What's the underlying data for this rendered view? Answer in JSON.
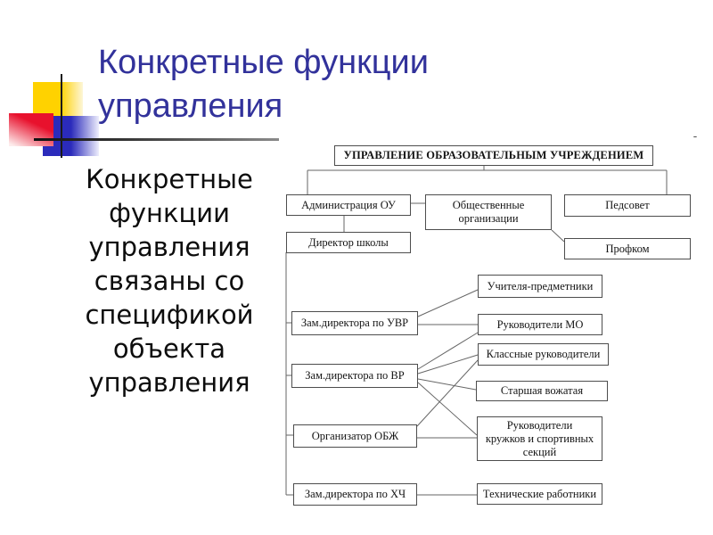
{
  "slide": {
    "title": "Конкретные функции\nуправления",
    "body_text": "Конкретные\nфункции\nуправления\nсвязаны со\nспецификой\nобъекта\nуправления",
    "corner_dash": "-"
  },
  "colors": {
    "title_blue": "#32329b",
    "body_black": "#0d0d0d",
    "decor_yellow": "#ffd200",
    "decor_red": "#e8112d",
    "decor_blue": "#2b2bbb",
    "box_border": "#4d4d4d",
    "connector_gray": "#666666"
  },
  "diagram": {
    "boxes": [
      {
        "id": "top",
        "label": "УПРАВЛЕНИЕ ОБРАЗОВАТЕЛЬНЫМ УЧРЕЖДЕНИЕМ"
      },
      {
        "id": "admin",
        "label": "Администрация ОУ"
      },
      {
        "id": "public",
        "label": "Общественные\nорганизации"
      },
      {
        "id": "pedsovet",
        "label": "Педсовет"
      },
      {
        "id": "director",
        "label": "Директор школы"
      },
      {
        "id": "profkom",
        "label": "Профком"
      },
      {
        "id": "uvr",
        "label": "Зам.директора по УВР"
      },
      {
        "id": "vr",
        "label": "Зам.директора по ВР"
      },
      {
        "id": "obzh",
        "label": "Организатор ОБЖ"
      },
      {
        "id": "hch",
        "label": "Зам.директора по ХЧ"
      },
      {
        "id": "teachers",
        "label": "Учителя-предметники"
      },
      {
        "id": "mo",
        "label": "Руководители МО"
      },
      {
        "id": "class",
        "label": "Классные руководители"
      },
      {
        "id": "vozhataya",
        "label": "Старшая вожатая"
      },
      {
        "id": "clubs",
        "label": "Руководители\nкружков и спортивных\nсекций"
      },
      {
        "id": "tech",
        "label": "Технические работники"
      }
    ],
    "edges": [
      {
        "from": "top",
        "to": "admin"
      },
      {
        "from": "top",
        "to": "pedsovet"
      },
      {
        "from": "admin",
        "to": "public"
      },
      {
        "from": "public",
        "to": "profkom"
      },
      {
        "from": "admin",
        "to": "director"
      },
      {
        "from": "director",
        "to": "uvr"
      },
      {
        "from": "director",
        "to": "vr"
      },
      {
        "from": "director",
        "to": "obzh"
      },
      {
        "from": "director",
        "to": "hch"
      },
      {
        "from": "uvr",
        "to": "teachers"
      },
      {
        "from": "uvr",
        "to": "mo"
      },
      {
        "from": "vr",
        "to": "mo"
      },
      {
        "from": "vr",
        "to": "class"
      },
      {
        "from": "vr",
        "to": "vozhataya"
      },
      {
        "from": "vr",
        "to": "clubs"
      },
      {
        "from": "obzh",
        "to": "class"
      },
      {
        "from": "obzh",
        "to": "clubs"
      },
      {
        "from": "hch",
        "to": "tech"
      }
    ]
  }
}
